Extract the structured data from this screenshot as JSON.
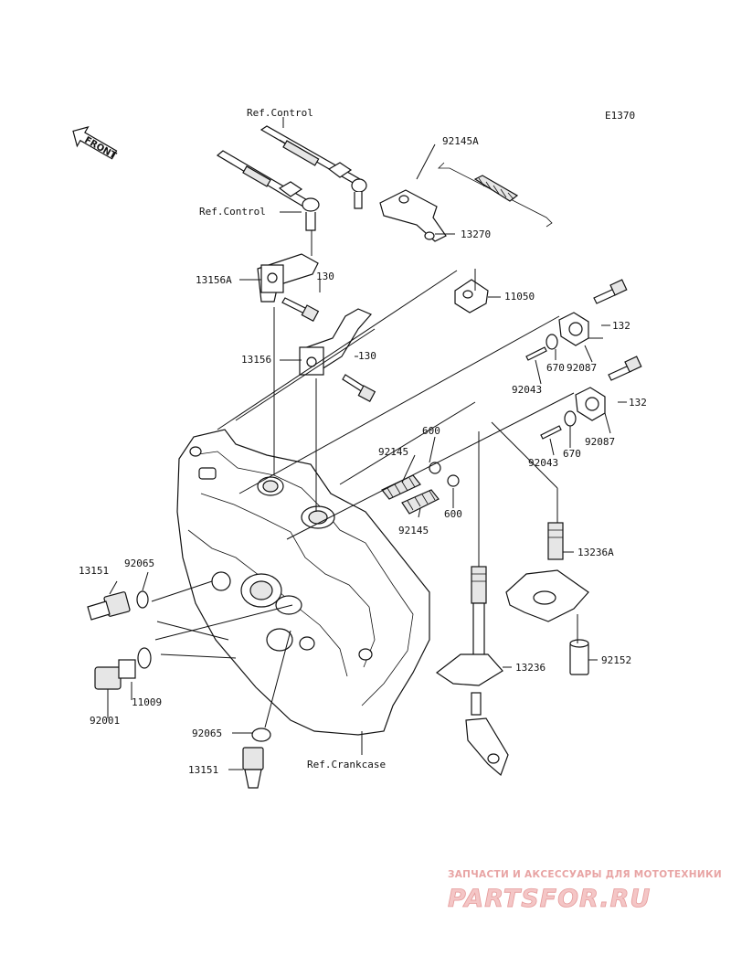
{
  "diagram": {
    "code": "E1370",
    "front_label": "FRONT",
    "labels": {
      "ref_control_top": "Ref.Control",
      "ref_control_mid": "Ref.Control",
      "p92145A": "92145A",
      "p13270": "13270",
      "p13156A": "13156A",
      "p130_a": "130",
      "p11050": "11050",
      "p13156": "13156",
      "p130_b": "130",
      "p132_a": "132",
      "p92087_a": "92087",
      "p670_a": "670",
      "p92043_a": "92043",
      "p132_b": "132",
      "p92087_b": "92087",
      "p670_b": "670",
      "p92043_b": "92043",
      "p600_a": "600",
      "p92145_a": "92145",
      "p92145_b": "92145",
      "p600_b": "600",
      "p13236A": "13236A",
      "p13151_a": "13151",
      "p92065_a": "92065",
      "p92152": "92152",
      "p13236": "13236",
      "p11009": "11009",
      "p92001": "92001",
      "p92065_b": "92065",
      "p13151_b": "13151",
      "ref_crankcase": "Ref.Crankcase"
    }
  },
  "watermark": {
    "tagline": "ЗАПЧАСТИ И АКСЕССУАРЫ ДЛЯ МОТОТЕХНИКИ",
    "brand": "PARTSFOR.RU"
  }
}
